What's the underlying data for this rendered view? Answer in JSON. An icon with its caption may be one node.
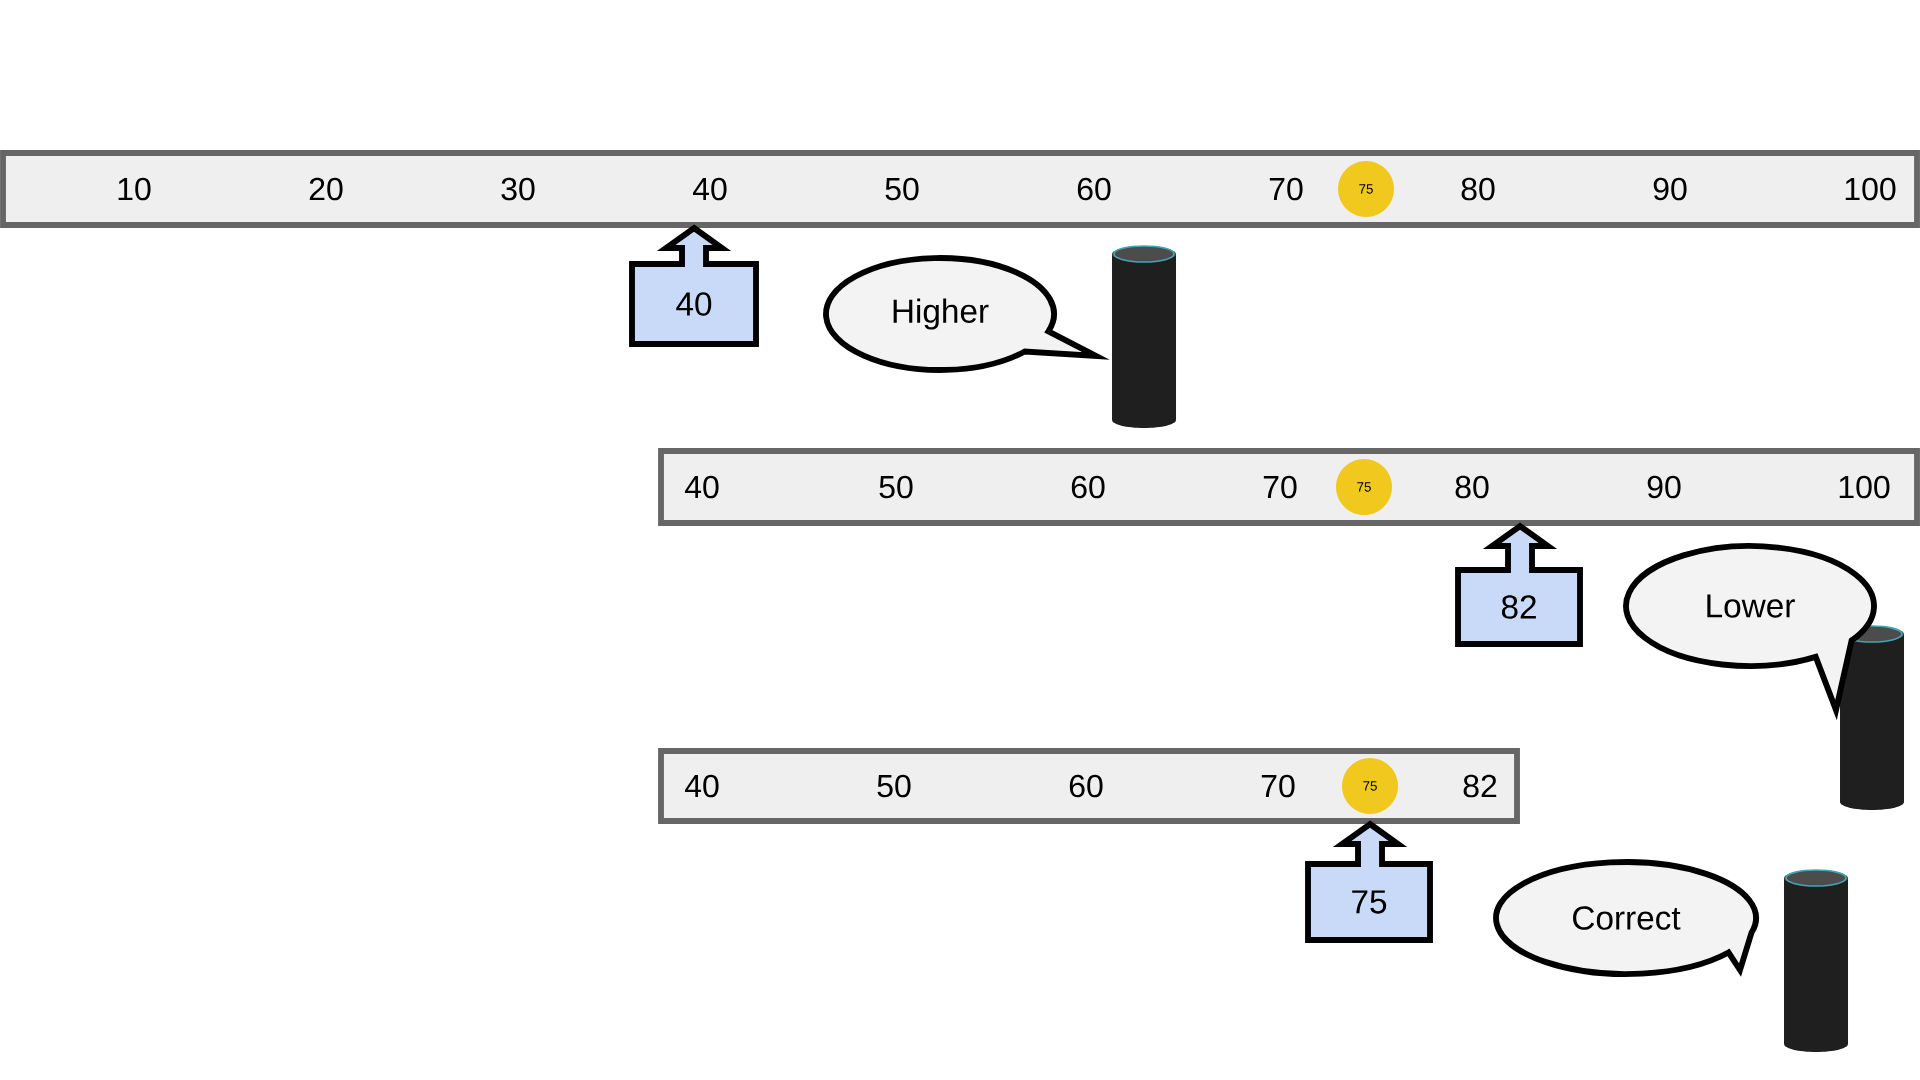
{
  "diagram": {
    "nodes": [
      {
        "text": [
          "10",
          "20",
          "30",
          "40",
          "50",
          "60",
          "70",
          "80",
          "90",
          "100"
        ]
      },
      {
        "text": [
          "75"
        ],
        "in": 0
      },
      {
        "text": [
          "40"
        ]
      },
      {
        "text": [
          "Higher"
        ]
      },
      {
        "text": [
          "40",
          "50",
          "60",
          "70",
          "80",
          "90",
          "100"
        ]
      },
      {
        "text": [
          "75"
        ],
        "in": 4
      },
      {
        "text": [
          "82"
        ]
      },
      {
        "text": [
          "Lower"
        ]
      },
      {
        "text": [
          "40",
          "50",
          "60",
          "70",
          "82"
        ]
      },
      {
        "text": [
          "75"
        ],
        "in": 8
      },
      {
        "text": [
          "75"
        ]
      },
      {
        "text": [
          "Correct"
        ]
      }
    ]
  }
}
